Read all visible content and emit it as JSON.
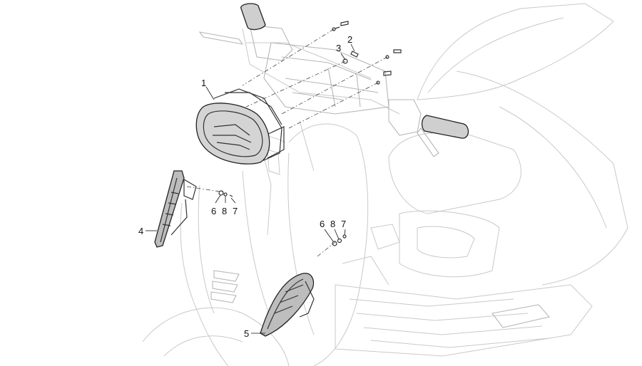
{
  "labels": [
    {
      "id": "1",
      "text": "1"
    },
    {
      "id": "2",
      "text": "2"
    },
    {
      "id": "3",
      "text": "3"
    },
    {
      "id": "4",
      "text": "4"
    },
    {
      "id": "5",
      "text": "5"
    },
    {
      "id": "6a",
      "text": "6"
    },
    {
      "id": "8a",
      "text": "8"
    },
    {
      "id": "7a",
      "text": "7"
    },
    {
      "id": "6b",
      "text": "6"
    },
    {
      "id": "8b",
      "text": "8"
    },
    {
      "id": "7b",
      "text": "7"
    }
  ]
}
